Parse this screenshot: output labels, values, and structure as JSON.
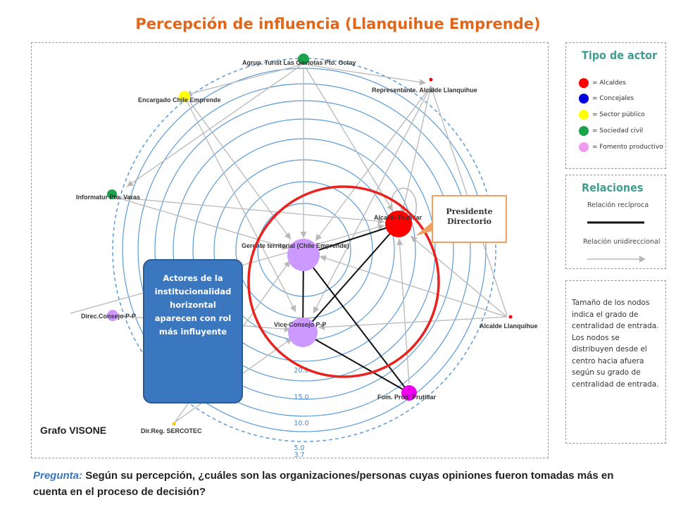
{
  "title": "Percepción de influencia  (Llanquihue Emprende)",
  "graph": {
    "label": "Grafo VISONE",
    "scale_labels": [
      "20.0",
      "15.0",
      "10.0",
      "5.0",
      "3.7"
    ],
    "nodes": [
      {
        "id": "agrup",
        "label": "Agrup. Turist Las Gaviotas Pto. Octay",
        "type": "sociedad_civil"
      },
      {
        "id": "repr",
        "label": "Representante. Alcalde Llanquihue",
        "type": "alcaldes"
      },
      {
        "id": "encargado",
        "label": "Encargado Chile Emprende",
        "type": "sector_publico"
      },
      {
        "id": "informatur",
        "label": "Informatur Pto. Varas",
        "type": "sociedad_civil"
      },
      {
        "id": "frutillar",
        "label": "Alcalde Frutillar",
        "type": "alcaldes"
      },
      {
        "id": "gerente",
        "label": "Gerente territorial (Chile Emprende)",
        "type": "fomento_productivo"
      },
      {
        "id": "direc",
        "label": "Direc.Consejo P-P",
        "type": "fomento_productivo"
      },
      {
        "id": "vice",
        "label": "Vice-Consejo P-P",
        "type": "fomento_productivo"
      },
      {
        "id": "llanquihue",
        "label": "Alcalde Llanquihue",
        "type": "alcaldes"
      },
      {
        "id": "fom",
        "label": "Fom. Prod. Frutillar",
        "type": "fomento_productivo"
      },
      {
        "id": "sercotec",
        "label": "Dir.Reg. SERCOTEC",
        "type": "sector_publico"
      }
    ]
  },
  "callout": {
    "line1": "Presidente",
    "line2": "Directorio"
  },
  "bluebox": {
    "text": "Actores de la institucionalidad horizontal aparecen con rol más influyente"
  },
  "legend": {
    "title": "Tipo de actor",
    "items": [
      {
        "label": "= Alcaldes",
        "color": "#ff0000"
      },
      {
        "label": "= Concejales",
        "color": "#0000dd"
      },
      {
        "label": "= Sector público",
        "color": "#ffff00"
      },
      {
        "label": "= Sociedad civil",
        "color": "#1aa34a"
      },
      {
        "label": "= Fomento productivo",
        "color": "#f29cf0"
      }
    ]
  },
  "relations": {
    "title": "Relaciones",
    "reciprocal": "Relación recíproca",
    "unidirectional": "Relación unidireccional"
  },
  "description": "Tamaño de los nodos indica el grado de centralidad de entrada. Los nodos se distribuyen desde el centro hacia afuera según su grado de centralidad de entrada.",
  "question": {
    "lead": "Pregunta:",
    "text": "Según su percepción, ¿cuáles son las organizaciones/personas cuyas opiniones fueron tomadas más en cuenta en el proceso de decisión?"
  },
  "colors": {
    "title": "#e0661b",
    "ring": "#5b9bd5",
    "highlight_circle": "#e8231f",
    "callout_border": "#f0a060",
    "box": "#3b77bf",
    "edge_unidirectional": "#b8b8b8",
    "edge_reciprocal": "#111111",
    "panel_title": "#3f9e90"
  }
}
